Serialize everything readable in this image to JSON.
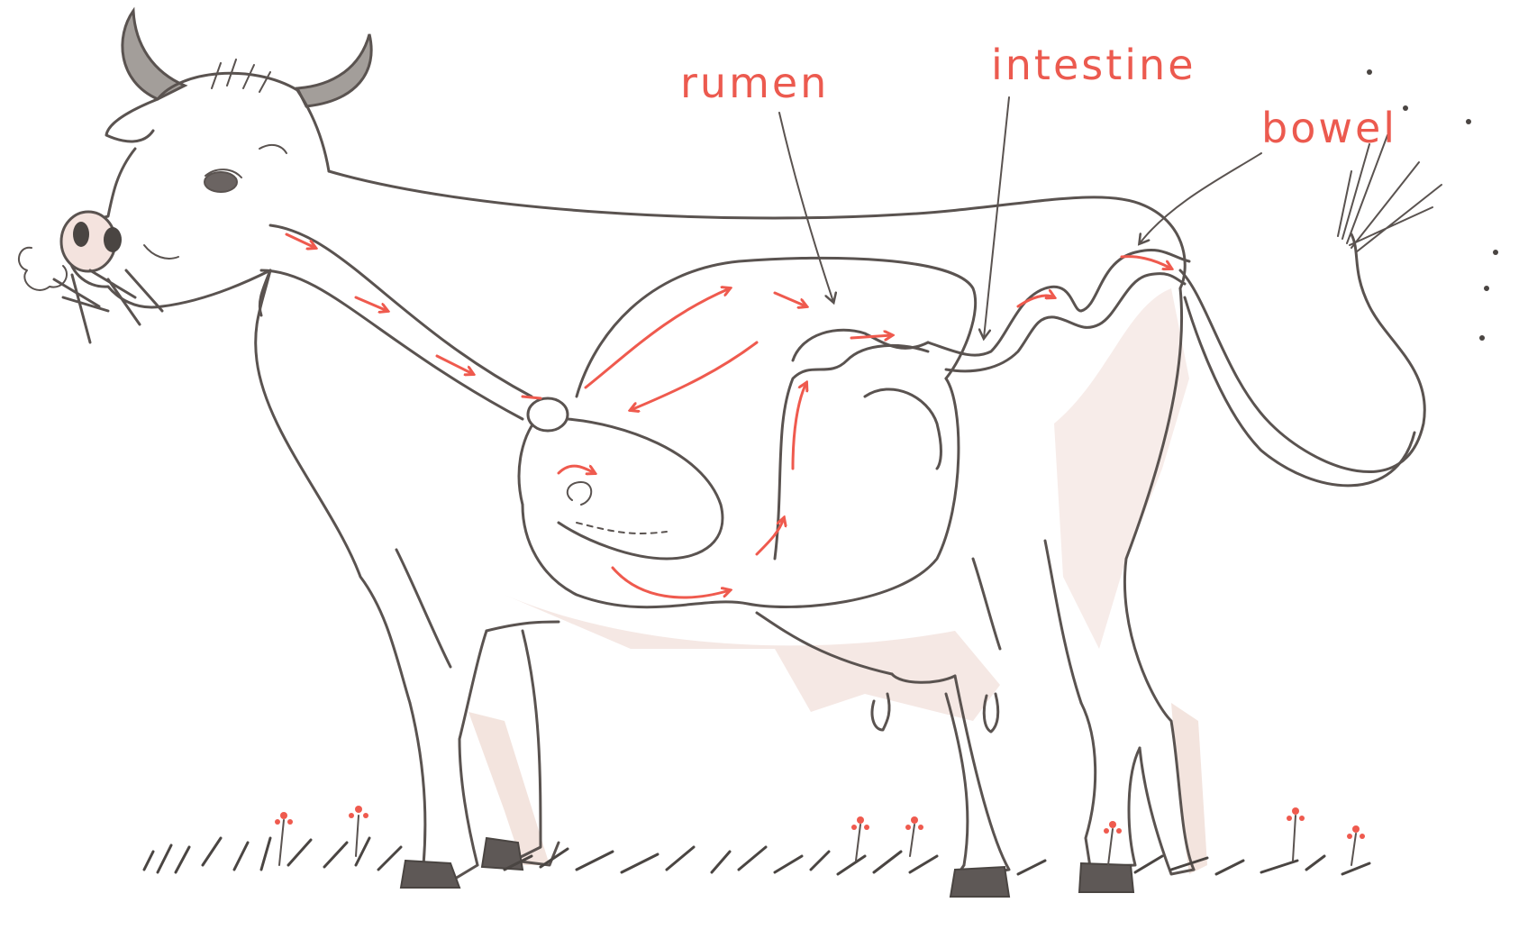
{
  "labels": {
    "rumen": "rumen",
    "intestine": "intestine",
    "bowel": "bowel"
  },
  "colors": {
    "outline": "#5a5350",
    "flow_arrows": "#ef5a4e",
    "labels": "#ec5a4f",
    "body_shading": "#f0ddd7"
  }
}
